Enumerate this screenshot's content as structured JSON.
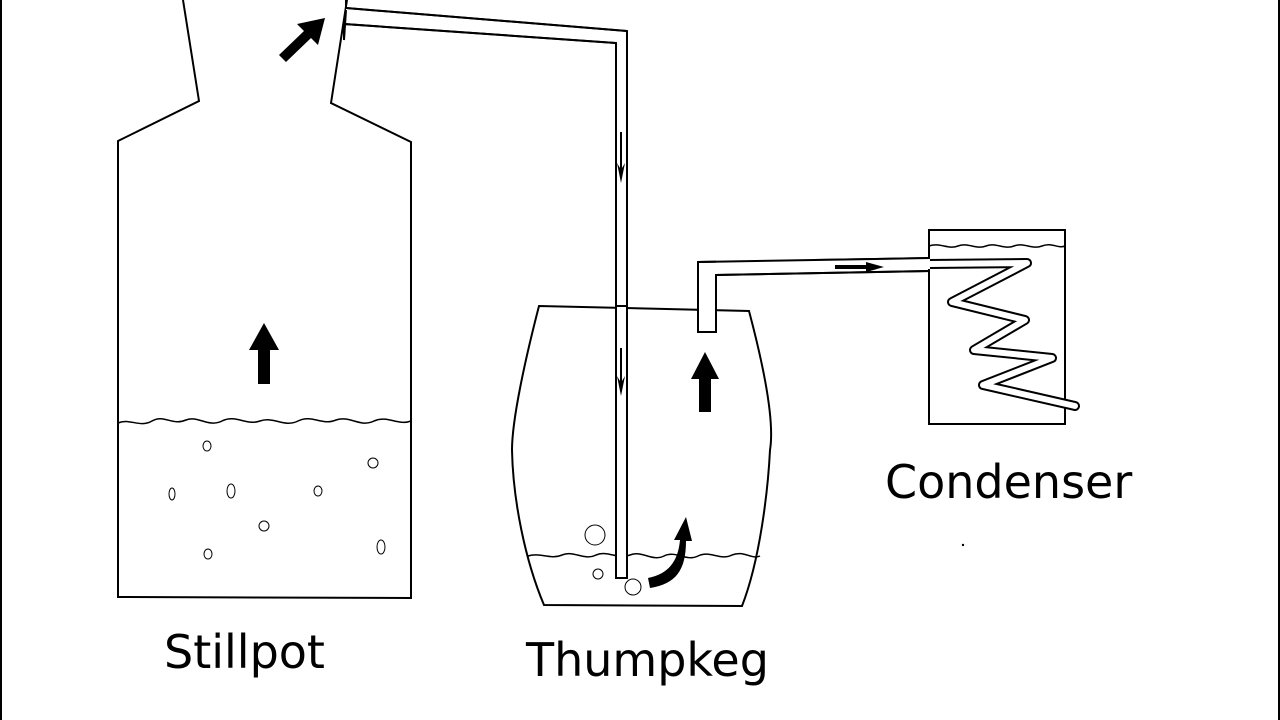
{
  "labels": {
    "stillpot": "Stillpot",
    "thumpkeg": "Thumpkeg",
    "condenser": "Condenser"
  },
  "icons": {
    "flow_arrow": "flow-arrow-icon",
    "vapor_arrow": "vapor-arrow-icon"
  },
  "colors": {
    "line": "#000000",
    "background": "#ffffff"
  }
}
